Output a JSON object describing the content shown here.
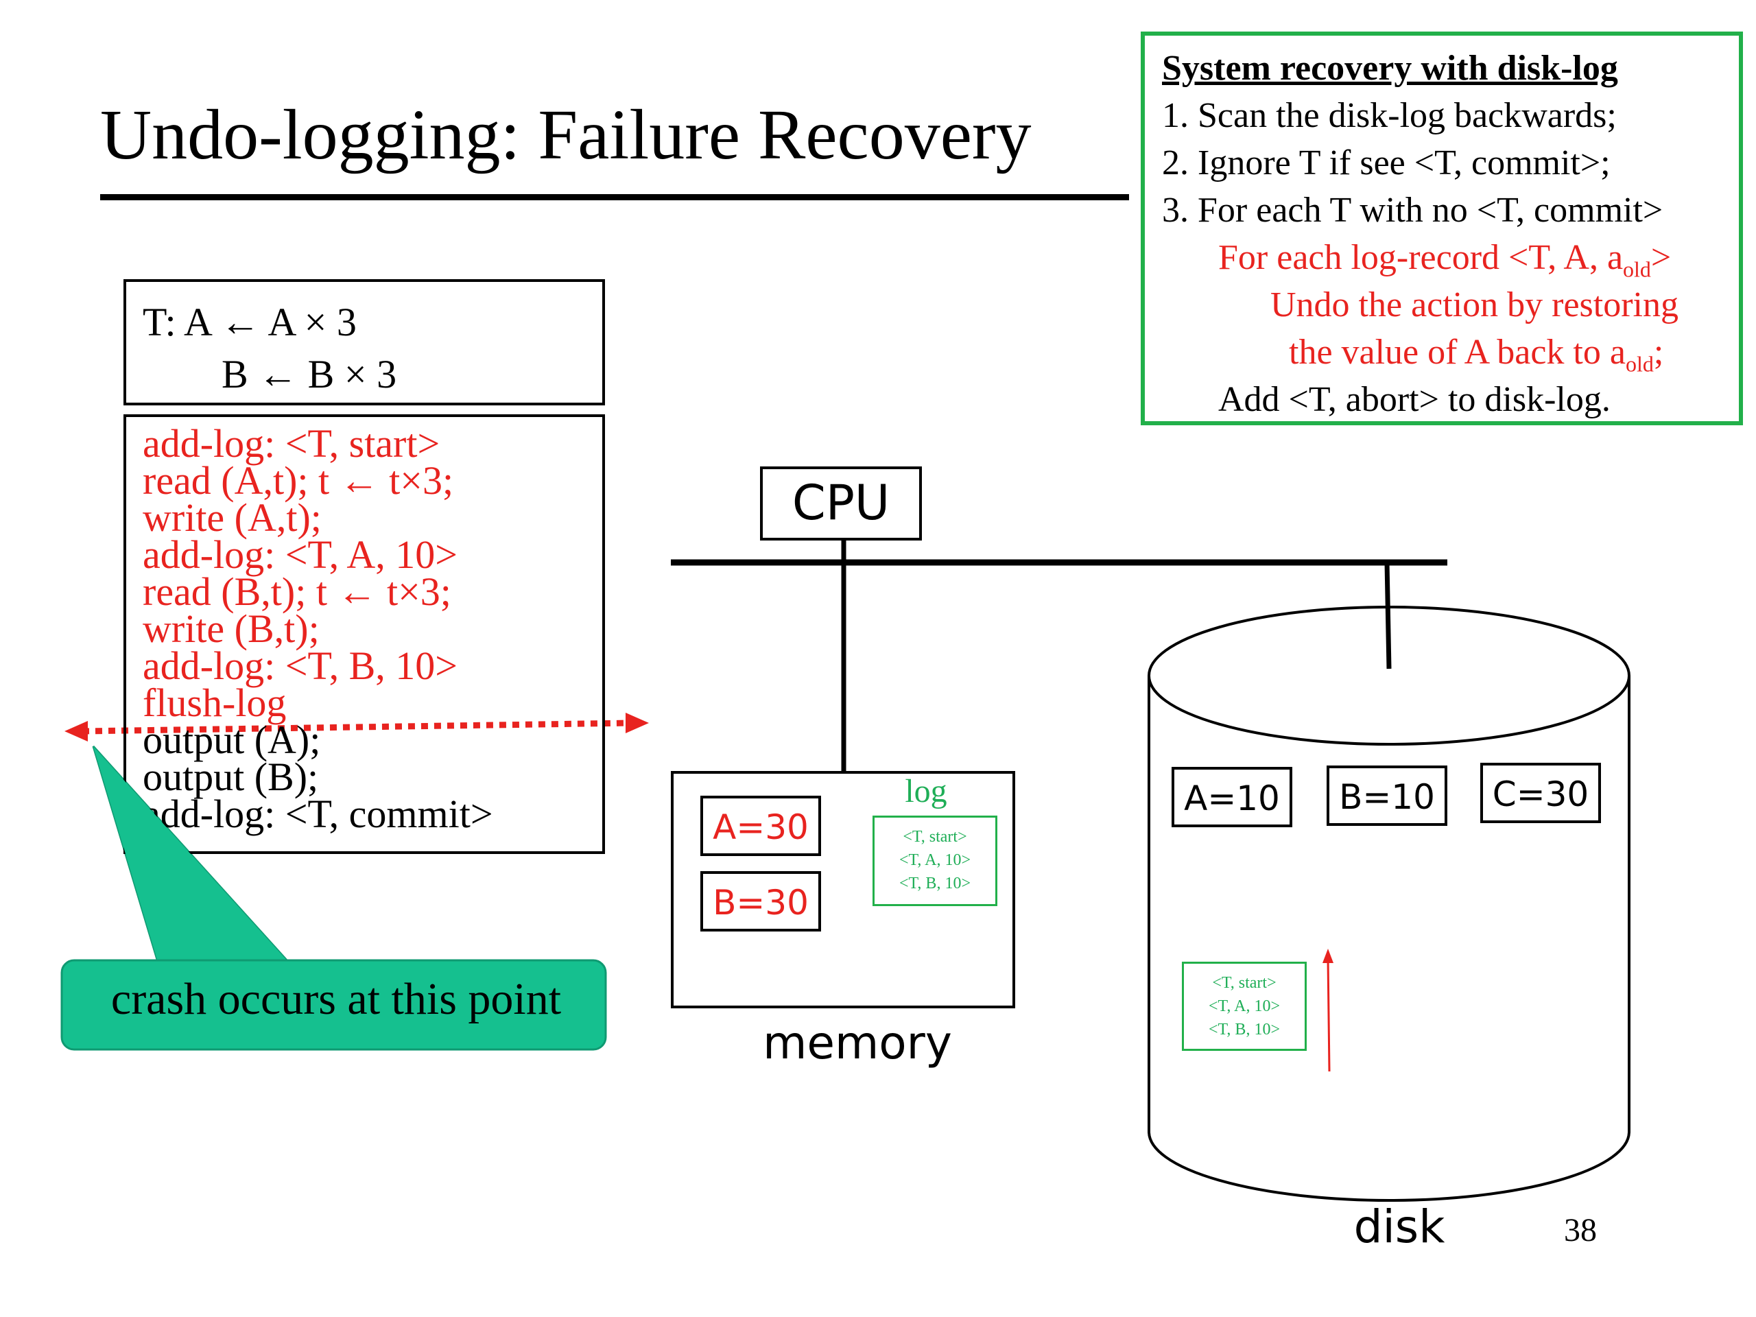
{
  "slide": {
    "title": "Undo-logging: Failure Recovery",
    "page_number": "38"
  },
  "recovery_box": {
    "heading": "System recovery with disk-log",
    "step1": "1. Scan the disk-log backwards;",
    "step2": "2. Ignore T if see <T, commit>;",
    "step3": "3. For each T with no <T, commit>",
    "sub1_prefix": "For each log-record <T, A, a",
    "sub1_sub": "old",
    "sub1_suffix": ">",
    "sub2": "Undo the action by restoring",
    "sub3_prefix": "the value of A back to a",
    "sub3_sub": "old",
    "sub3_suffix": ";",
    "sub4": "Add <T, abort> to disk-log."
  },
  "transaction": {
    "line1": "T:  A  ←  A × 3",
    "line2": "B  ←  B × 3"
  },
  "steps": [
    "add-log: <T, start>",
    "read (A,t);  t ← t×3;",
    "write (A,t);",
    "add-log: <T, A, 10>",
    "read (B,t);  t ← t×3;",
    "write (B,t);",
    "add-log: <T, B, 10>",
    "flush-log",
    "output (A);",
    "output (B);",
    "add-log: <T, commit>"
  ],
  "callout": {
    "text": "crash occurs at this point"
  },
  "cpu": {
    "label": "CPU"
  },
  "memory": {
    "label": "memory",
    "cell_a": "A=30",
    "cell_b": "B=30",
    "log_label": "log",
    "log": [
      "<T, start>",
      "<T, A, 10>",
      "<T, B, 10>"
    ]
  },
  "disk": {
    "label": "disk",
    "cell_a": "A=10",
    "cell_b": "B=10",
    "cell_c": "C=30",
    "log": [
      "<T, start>",
      "<T, A, 10>",
      "<T, B, 10>"
    ]
  },
  "colors": {
    "red": "#e8231f",
    "green": "#1fae57",
    "callout_fill": "#15c08f",
    "box_border_green": "#22b04a"
  }
}
